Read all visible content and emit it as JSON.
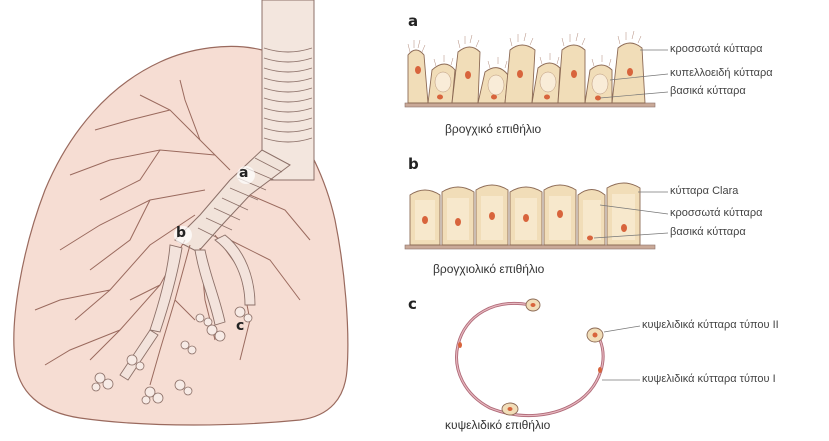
{
  "lung": {
    "markers": [
      "a",
      "b",
      "c"
    ]
  },
  "panel_a": {
    "letter": "a",
    "labels": [
      "κροσσωτά κύτταρα",
      "κυπελλοειδή κύτταρα",
      "βασικά κύτταρα"
    ],
    "caption": "βρογχικό επιθήλιο"
  },
  "panel_b": {
    "letter": "b",
    "labels": [
      "κύτταρα Clara",
      "κροσσωτά κύτταρα",
      "βασικά κύτταρα"
    ],
    "caption": "βρογχιολικό επιθήλιο"
  },
  "panel_c": {
    "letter": "c",
    "labels": [
      "κυψελιδικά κύτταρα τύπου II",
      "κυψελιδικά κύτταρα τύπου I"
    ],
    "caption": "κυψελιδικό επιθήλιο"
  },
  "colors": {
    "lung_fill": "#f6ddd3",
    "lung_stroke": "#9a6a5e",
    "cell_fill": "#f1ddb8",
    "nucleus": "#d8643c",
    "membrane": "#b06a78"
  }
}
